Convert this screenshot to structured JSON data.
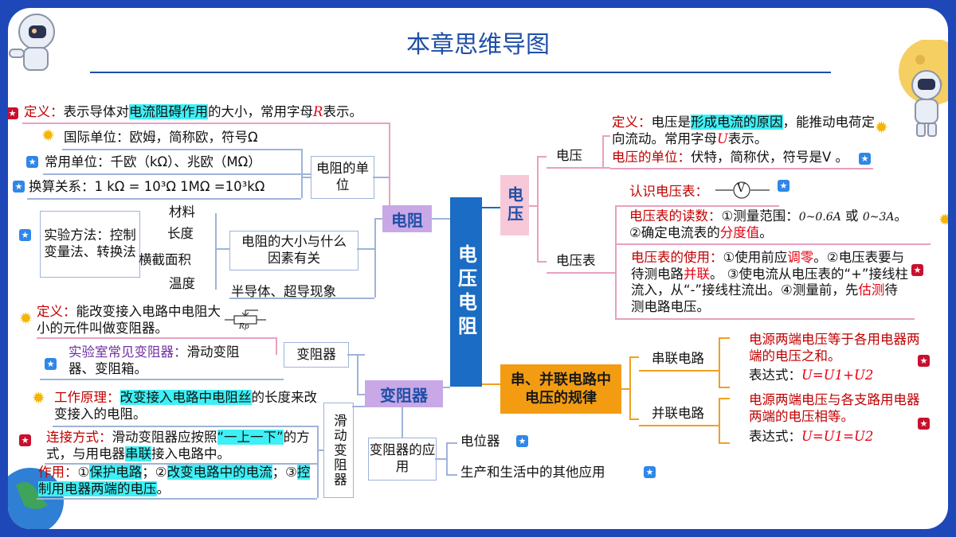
{
  "title": "本章思维导图",
  "center": "电压电阻",
  "resistance": {
    "label": "电阻",
    "definition": {
      "prefix": "定义：",
      "text1": "表示导体对",
      "hl": "电流阻碍作用",
      "text2": "的大小，常用字母",
      "letter": "R",
      "text3": "表示。"
    },
    "units_label": "电阻的单位",
    "si_unit": "国际单位：欧姆，简称欧，符号Ω",
    "common_unit": "常用单位：千欧（kΩ）、兆欧（MΩ）",
    "conversion": "换算关系：1 kΩ = 10³Ω   1MΩ =10³kΩ",
    "factors_label": "电阻的大小与什么因素有关",
    "method": "实验方法：控制变量法、转换法",
    "factors": [
      "材料",
      "长度",
      "横截面积",
      "温度"
    ],
    "superconductor": "半导体、超导现象"
  },
  "rheostat": {
    "label": "变阻器",
    "definition": {
      "prefix": "定义：",
      "text": "能改变接入电路中电阻大小的元件叫做变阻器。"
    },
    "symbol_label": "Rp",
    "rheostat_label": "变阻器",
    "lab": {
      "prefix": "实验室常见变阻器：",
      "text": "滑动变阻器、变阻箱。"
    },
    "slide_label": "滑动变阻器",
    "principle": {
      "prefix": "工作原理：",
      "hl": "改变接入电路中电阻丝",
      "text": "的长度来改变接入的电阻。"
    },
    "connection": {
      "prefix": "连接方式：",
      "text1": "滑动变阻器应按照",
      "hl": "“一上一下”",
      "text2": "的方式，与用电器",
      "hl2": "串联",
      "text3": "接入电路中。"
    },
    "effect": {
      "prefix": "作用：",
      "t1": "①",
      "hl1": "保护电路",
      "t2": "；②",
      "hl2": "改变电路中的电流",
      "t3": "；③",
      "hl3": "控制用电器两端的电压",
      "t4": "。"
    },
    "application_label": "变阻器的应用",
    "applications": [
      "电位器",
      "生产和生活中的其他应用"
    ]
  },
  "voltage": {
    "label": "电压",
    "sub_label": "电压",
    "definition": {
      "prefix": "定义：",
      "text1": "电压是",
      "hl": "形成电流的原因",
      "text2": "，能推动电荷定向流动。常用字母",
      "letter": "U",
      "text3": "表示。"
    },
    "unit": {
      "prefix": "电压的单位：",
      "text": "伏特，简称伏，符号是V 。"
    },
    "meter_label": "电压表",
    "know": "认识电压表：",
    "meter_symbol": "V",
    "reading": {
      "prefix": "电压表的读数：",
      "text1": "①测量范围：",
      "r1": "0~0.6A",
      "or": " 或 ",
      "r2": "0~3A",
      "text2": "。",
      "line2a": "②确定电流表的",
      "line2hl": "分度值",
      "line2b": "。"
    },
    "usage": {
      "prefix": "电压表的使用：",
      "t1": "①使用前应",
      "r1": "调零",
      "t2": "。②电压表要与待测电路",
      "r2": "并联",
      "t3": "。 ③使电流从电压表的“+”接线柱流入，从“-”接线柱流出。④测量前，先",
      "r3": "估测",
      "t4": "待测电路电压。"
    }
  },
  "rules": {
    "label": "串、并联电路中电压的规律",
    "series_label": "串联电路",
    "series_text": "电源两端电压等于各用电器两端的电压之和。",
    "series_formula_prefix": "表达式：",
    "series_formula": "U=U1+U2",
    "parallel_label": "并联电路",
    "parallel_text": "电源两端电压与各支路用电器两端的电压相等。",
    "parallel_formula_prefix": "表达式：",
    "parallel_formula": "U=U1=U2"
  },
  "colors": {
    "background": "#1e47b8",
    "purple_node": "#c8a8e6",
    "blue_node": "#1a6cc4",
    "pink_node": "#f6c8d8",
    "orange_node": "#f39c12",
    "highlight": "#3ef0f5"
  }
}
